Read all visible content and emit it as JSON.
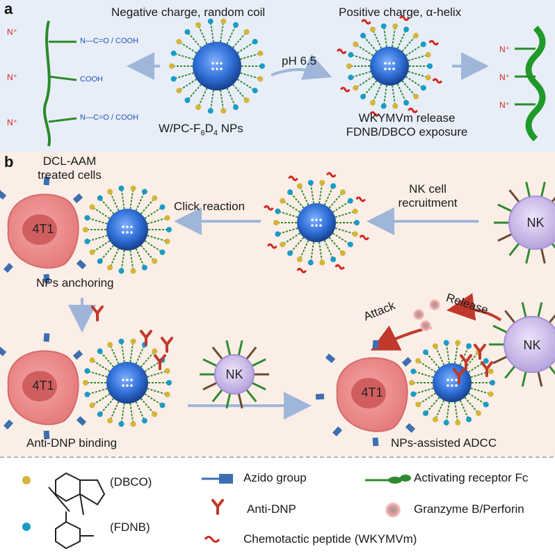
{
  "panel_a": {
    "letter": "a",
    "left_title": "Negative charge, random coil",
    "right_title": "Positive charge, α-helix",
    "ph_label": "pH 6.5",
    "np_label_prefix": "W/PC-F",
    "np_label_sub1": "6",
    "np_label_mid": "D",
    "np_label_sub2": "4",
    "np_label_suffix": " NPs",
    "release_line1": "WKYMVm release",
    "release_line2": "FDNB/DBCO exposure"
  },
  "panel_b": {
    "letter": "b",
    "dcl_line1": "DCL-AAM",
    "dcl_line2": "treated cells",
    "click_reaction": "Click reaction",
    "nk_recruit_line1": "NK cell",
    "nk_recruit_line2": "recruitment",
    "nps_anchoring": "NPs anchoring",
    "anti_dnp_binding": "Anti-DNP binding",
    "nps_adcc": "NPs-assisted ADCC",
    "attack": "Attack",
    "release": "Release",
    "cell_4t1": "4T1",
    "nk": "NK"
  },
  "legend": {
    "dbco": "(DBCO)",
    "fdnb": "(FDNB)",
    "azido": "Azido group",
    "activating_receptor": "Activating receptor Fc",
    "anti_dnp": "Anti-DNP",
    "granzyme": "Granzyme B/Perforin",
    "chemotactic": "Chemotactic peptide (WKYMVm)"
  },
  "colors": {
    "panel_a_bg": "#e8eef8",
    "panel_b_bg": "#fbeee6",
    "tumor": "#ec8a8a",
    "nk": "#c9b8e6",
    "np_core": "#2f6fd6",
    "arrow": "#9fb6da",
    "attack_arrow": "#c0392b"
  }
}
